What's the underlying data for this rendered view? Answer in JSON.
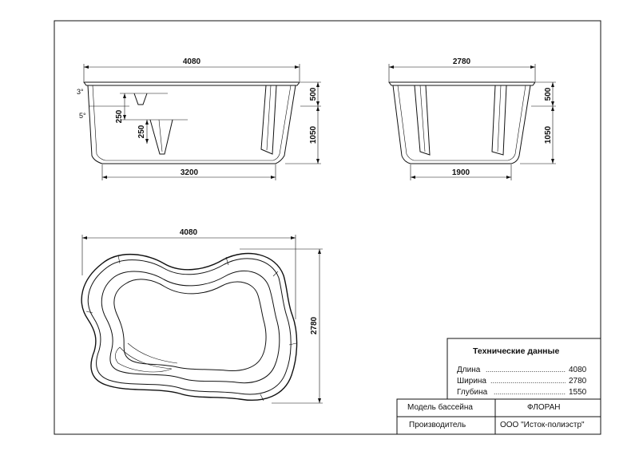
{
  "drawing": {
    "side_view": {
      "length_top": "4080",
      "length_bottom": "3200",
      "step_height_1": "500",
      "step_height_2": "1050",
      "step_depth_1": "250",
      "step_depth_2": "250",
      "angle_1": "3°",
      "angle_2": "5°"
    },
    "end_view": {
      "width_top": "2780",
      "width_bottom": "1900",
      "step_height_1": "500",
      "step_height_2": "1050"
    },
    "plan_view": {
      "length": "4080",
      "width": "2780"
    }
  },
  "specs": {
    "heading": "Технические данные",
    "rows": [
      {
        "label": "Длина",
        "value": "4080"
      },
      {
        "label": "Ширина",
        "value": "2780"
      },
      {
        "label": "Глубина",
        "value": "1550"
      }
    ]
  },
  "title_block": {
    "model_label": "Модель бассейна",
    "model_value": "ФЛОРАН",
    "maker_label": "Производитель",
    "maker_value": "ООО \"Исток-полиэстр\""
  }
}
